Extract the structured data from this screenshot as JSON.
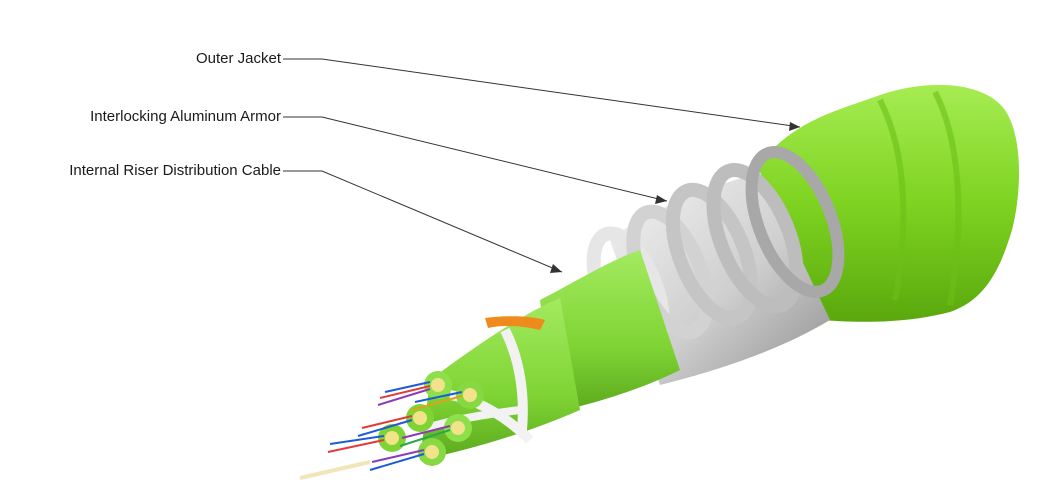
{
  "diagram": {
    "callouts": [
      {
        "id": "outer-jacket",
        "label": "Outer Jacket"
      },
      {
        "id": "aluminum-armor",
        "label": "Interlocking Aluminum Armor"
      },
      {
        "id": "riser-cable",
        "label": "Internal Riser Distribution Cable"
      }
    ],
    "colors": {
      "jacket": "#7ed321",
      "jacket_dark": "#5fb010",
      "armor": "#d9d9d9",
      "armor_shadow": "#9a9a9a",
      "subunit": "#8ee04a",
      "ripcord": "#f08a1c",
      "binder": "#f2f2f2",
      "leader_line": "#333333"
    }
  }
}
